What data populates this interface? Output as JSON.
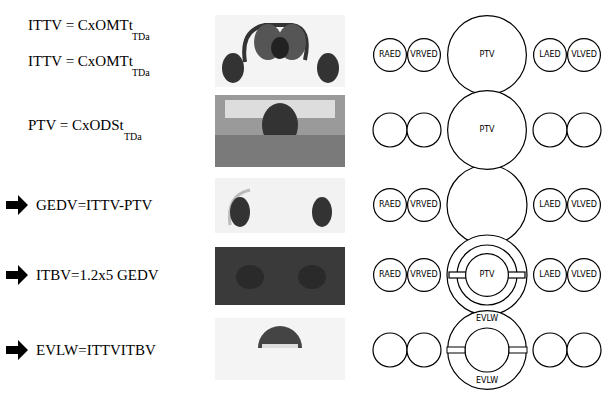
{
  "diagram": {
    "nodes": [
      {
        "text": [
          "RAED"
        ]
      },
      {
        "text": [
          "VRVED"
        ]
      },
      {
        "text": [
          "PTV"
        ]
      },
      {
        "text": [
          "LAED"
        ]
      },
      {
        "text": [
          "VLVED"
        ]
      },
      {
        "text": [
          "PTV"
        ]
      },
      {
        "text": [
          "RAED"
        ]
      },
      {
        "text": [
          "VRVED"
        ]
      },
      {
        "text": [
          "LAED"
        ]
      },
      {
        "text": [
          "VLVED"
        ]
      },
      {
        "text": [
          "RAED"
        ]
      },
      {
        "text": [
          "VRVED"
        ]
      },
      {
        "text": [
          "PTV"
        ]
      },
      {
        "text": [
          "LAED"
        ]
      },
      {
        "text": [
          "VLVED"
        ]
      },
      {
        "text": [
          "EVLW",
          "EVLW"
        ]
      }
    ],
    "labels": [
      "ITTV = CxOMTt",
      "TDa",
      "ITTV = CxOMTt",
      "TDa",
      "PTV = CxODSt",
      "TDa",
      "GEDV=ITTV-PTV",
      "ITBV=1.2x5 GEDV",
      "EVLW=ITTVITBV"
    ]
  }
}
